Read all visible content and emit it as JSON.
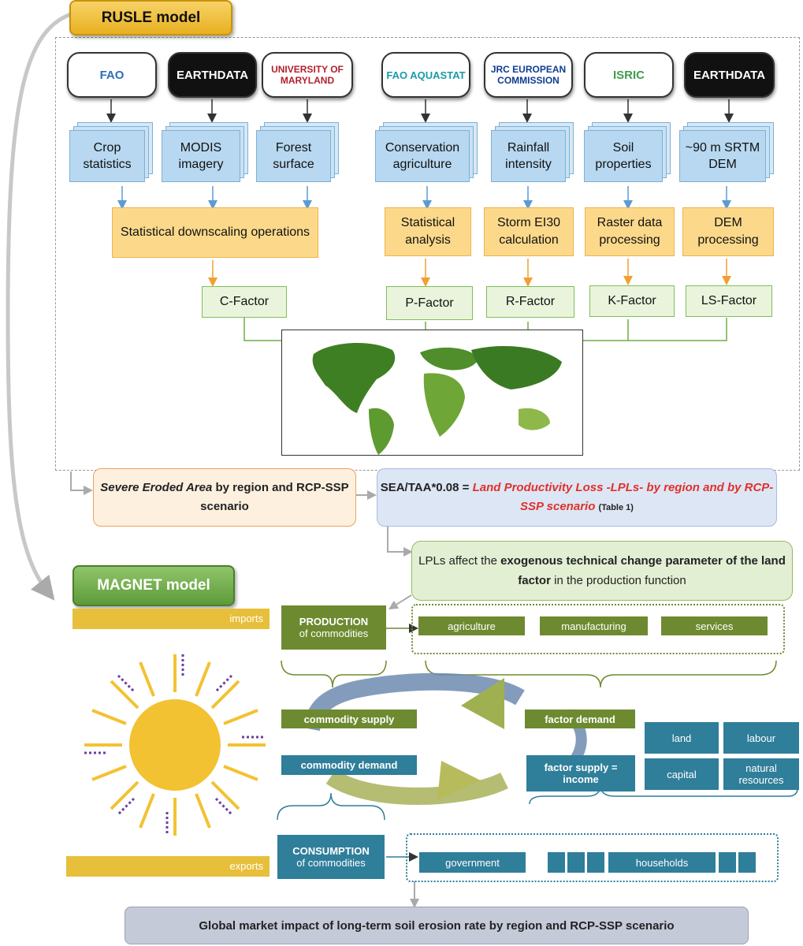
{
  "rusle_title": "RUSLE model",
  "magnet_title": "MAGNET model",
  "sources": [
    {
      "logo": "FAO",
      "doc": "Crop statistics",
      "logo_color": "#2a6fb8"
    },
    {
      "logo": "EARTHDATA",
      "doc": "MODIS imagery",
      "logo_color": "#111111"
    },
    {
      "logo": "UNIVERSITY OF MARYLAND",
      "doc": "Forest surface",
      "logo_color": "#b21f2d"
    },
    {
      "logo": "FAO AQUASTAT",
      "doc": "Conservation agriculture",
      "logo_color": "#1a9aa8"
    },
    {
      "logo": "JRC EUROPEAN COMMISSION",
      "doc": "Rainfall intensity",
      "logo_color": "#0f3d91"
    },
    {
      "logo": "ISRIC",
      "doc": "Soil properties",
      "logo_color": "#3f9e4d"
    },
    {
      "logo": "EARTHDATA",
      "doc": "~90 m SRTM DEM",
      "logo_color": "#111111"
    }
  ],
  "processes": [
    "Statistical downscaling operations",
    "Statistical analysis",
    "Storm EI30 calculation",
    "Raster data processing",
    "DEM processing"
  ],
  "factors": [
    "C-Factor",
    "P-Factor",
    "R-Factor",
    "K-Factor",
    "LS-Factor"
  ],
  "severe_box": {
    "italic": "Severe Eroded Area",
    "rest": " by region and RCP-SSP scenario"
  },
  "lpl_box": {
    "formula": "SEA/TAA*0.08 = ",
    "red": "Land Productivity Loss -LPLs- by region and by RCP-SSP scenario",
    "note": "(Table 1)"
  },
  "lpl_affect": {
    "pre": "LPLs affect the ",
    "bold": "exogenous technical change parameter of the land factor",
    "post": " in the production function"
  },
  "imports_label": "imports",
  "exports_label": "exports",
  "production": {
    "title": "PRODUCTION",
    "sub": "of commodities"
  },
  "consumption": {
    "title": "CONSUMPTION",
    "sub": "of commodities"
  },
  "sectors": [
    "agriculture",
    "manufacturing",
    "services"
  ],
  "cycle": {
    "commodity_supply": "commodity supply",
    "commodity_demand": "commodity demand",
    "factor_demand": "factor demand",
    "factor_supply": "factor supply = income"
  },
  "factor_types": [
    "land",
    "labour",
    "capital",
    "natural resources"
  ],
  "consumers": {
    "government": "government",
    "households": "households"
  },
  "final": "Global market impact of long-term soil erosion rate by region and RCP-SSP scenario"
}
